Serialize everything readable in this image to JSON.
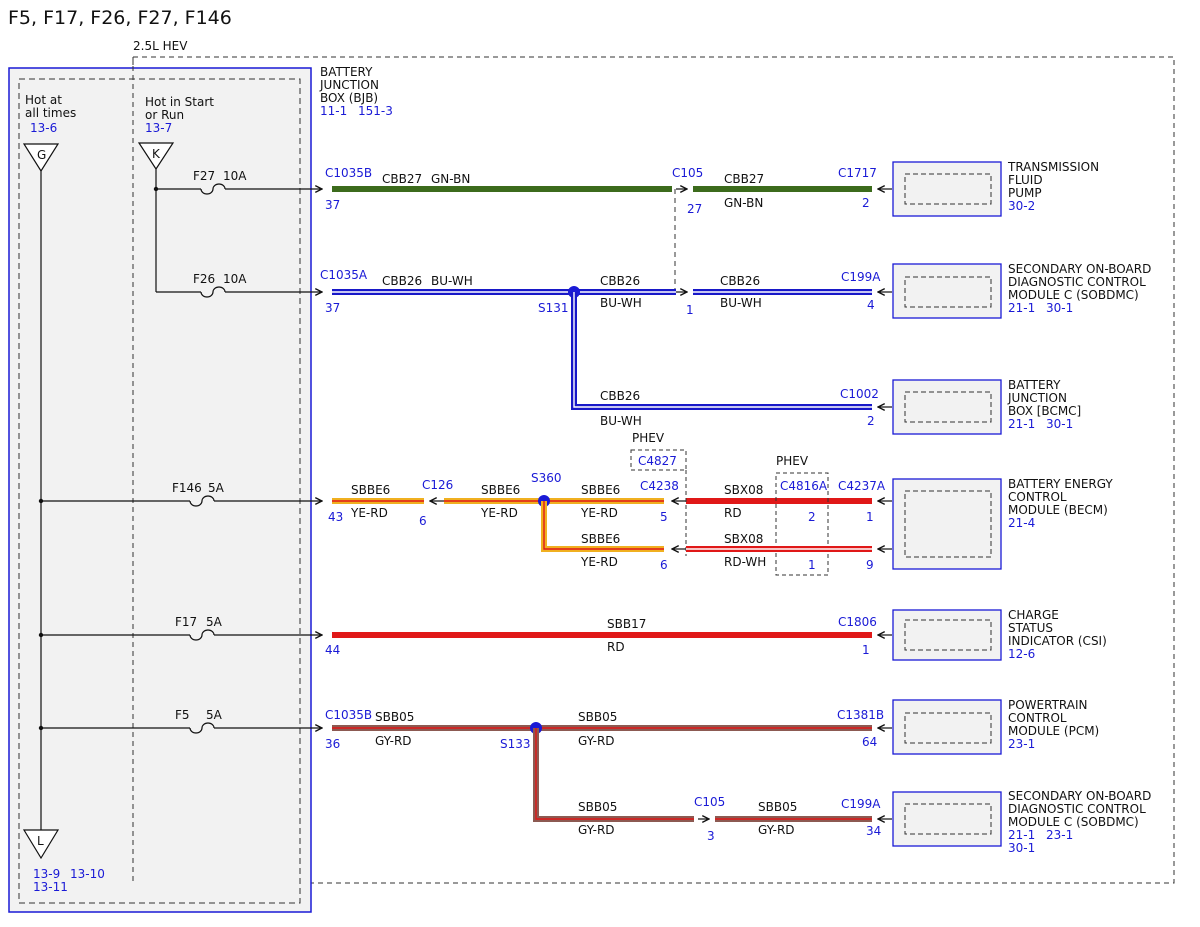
{
  "header": {
    "title": "F5, F17, F26, F27, F146",
    "variant": "2.5L HEV"
  },
  "colors": {
    "connector_blue": "#1a1ad6",
    "wire_gn_bn": "#3c6b1c",
    "wire_bu_wh": "#1818c8",
    "wire_ye_rd": "#f0b020",
    "wire_rd": "#e01818",
    "wire_rd_wh": "#e01818",
    "wire_gy_rd": "#8c5a52",
    "panel_fill": "#f2f2f2"
  },
  "bjb": {
    "l1": "BATTERY",
    "l2": "JUNCTION",
    "l3": "BOX (BJB)",
    "ref1": "11-1",
    "ref2": "151-3"
  },
  "sources": {
    "hot_at_all_times": {
      "l1": "Hot at",
      "l2": "all times",
      "ref": "13-6",
      "symbol": "G"
    },
    "hot_in_start_run": {
      "l1": "Hot in Start",
      "l2": "or Run",
      "ref": "13-7",
      "symbol": "K"
    },
    "bus_end": {
      "symbol": "L",
      "ref1": "13-9",
      "ref2": "13-10",
      "ref3": "13-11"
    }
  },
  "fuses": {
    "f27": {
      "name": "F27",
      "rating": "10A"
    },
    "f26": {
      "name": "F26",
      "rating": "10A"
    },
    "f146": {
      "name": "F146",
      "rating": "5A"
    },
    "f17": {
      "name": "F17",
      "rating": "5A"
    },
    "f5": {
      "name": "F5",
      "rating": "5A"
    }
  },
  "circuits": {
    "r1": {
      "conn_left": "C1035B",
      "pin_left": "37",
      "circuit1": "CBB27",
      "color1": "GN-BN",
      "conn_mid": "C105",
      "pin_mid": "27",
      "circuit2": "CBB27",
      "color2": "GN-BN",
      "conn_right": "C1717",
      "pin_right": "2"
    },
    "r2": {
      "conn_left": "C1035A",
      "pin_left": "37",
      "circuit1": "CBB26",
      "color1": "BU-WH",
      "splice": "S131",
      "circuit2": "CBB26",
      "color2": "BU-WH",
      "pin_mid": "1",
      "circuit3": "CBB26",
      "color3": "BU-WH",
      "conn_right": "C199A",
      "pin_right": "4"
    },
    "r3": {
      "circuit": "CBB26",
      "color": "BU-WH",
      "conn_right": "C1002",
      "pin_right": "2"
    },
    "r4": {
      "pin_left": "43",
      "circuit1": "SBBE6",
      "color1": "YE-RD",
      "conn_c126": "C126",
      "pin_c126": "6",
      "circuit2": "SBBE6",
      "color2": "YE-RD",
      "splice": "S360",
      "circuit3": "SBBE6",
      "color3": "YE-RD",
      "conn_c4238": "C4238",
      "pin_c4238": "5",
      "phev1": "PHEV",
      "conn_c4827": "C4827",
      "phev2": "PHEV",
      "conn_c4816a": "C4816A",
      "pin_c4816a": "2",
      "circuit4": "SBX08",
      "color4": "RD",
      "conn_right": "C4237A",
      "pin_right": "1"
    },
    "r5": {
      "circuit1": "SBBE6",
      "color1": "YE-RD",
      "pin_c4238": "6",
      "circuit2": "SBX08",
      "color2": "RD-WH",
      "pin_c4816a": "1",
      "pin_right": "9"
    },
    "r6": {
      "pin_left": "44",
      "circuit": "SBB17",
      "color": "RD",
      "conn_right": "C1806",
      "pin_right": "1"
    },
    "r7": {
      "conn_left": "C1035B",
      "pin_left": "36",
      "circuit1": "SBB05",
      "color1": "GY-RD",
      "splice": "S133",
      "circuit2": "SBB05",
      "color2": "GY-RD",
      "conn_right": "C1381B",
      "pin_right": "64"
    },
    "r8": {
      "circuit1": "SBB05",
      "color1": "GY-RD",
      "conn_mid": "C105",
      "pin_mid": "3",
      "circuit2": "SBB05",
      "color2": "GY-RD",
      "conn_right": "C199A",
      "pin_right": "34"
    }
  },
  "components": {
    "tfp": {
      "l1": "TRANSMISSION",
      "l2": "FLUID",
      "l3": "PUMP",
      "ref1": "30-2"
    },
    "sobdmc1": {
      "l1": "SECONDARY ON-BOARD",
      "l2": "DIAGNOSTIC CONTROL",
      "l3": "MODULE C (SOBDMC)",
      "ref1": "21-1",
      "ref2": "30-1"
    },
    "bcmc": {
      "l1": "BATTERY",
      "l2": "JUNCTION",
      "l3": "BOX [BCMC]",
      "ref1": "21-1",
      "ref2": "30-1"
    },
    "becm": {
      "l1": "BATTERY ENERGY",
      "l2": "CONTROL",
      "l3": "MODULE (BECM)",
      "ref1": "21-4"
    },
    "csi": {
      "l1": "CHARGE",
      "l2": "STATUS",
      "l3": "INDICATOR (CSI)",
      "ref1": "12-6"
    },
    "pcm": {
      "l1": "POWERTRAIN",
      "l2": "CONTROL",
      "l3": "MODULE (PCM)",
      "ref1": "23-1"
    },
    "sobdmc2": {
      "l1": "SECONDARY ON-BOARD",
      "l2": "DIAGNOSTIC CONTROL",
      "l3": "MODULE C (SOBDMC)",
      "ref1": "21-1",
      "ref2": "23-1",
      "ref3": "30-1"
    }
  }
}
